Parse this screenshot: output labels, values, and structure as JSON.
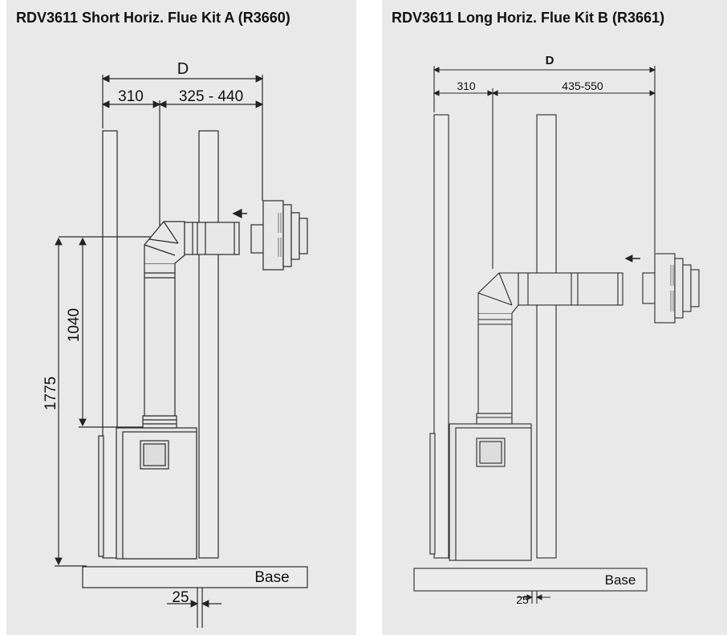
{
  "kit_a": {
    "title": "RDV3611 Short Horiz. Flue Kit A (R3660)",
    "dim_d": "D",
    "dim_left": "310",
    "dim_right": "325 - 440",
    "dim_height_inner": "1040",
    "dim_height_total": "1775",
    "dim_offset": "25",
    "base_label": "Base"
  },
  "kit_b": {
    "title": "RDV3611 Long Horiz. Flue Kit B (R3661)",
    "dim_d": "D",
    "dim_left": "310",
    "dim_right": "435-550",
    "dim_offset": "25",
    "base_label": "Base"
  },
  "colors": {
    "panel_bg": "#e9e9e9",
    "line": "#2a2a2a"
  }
}
